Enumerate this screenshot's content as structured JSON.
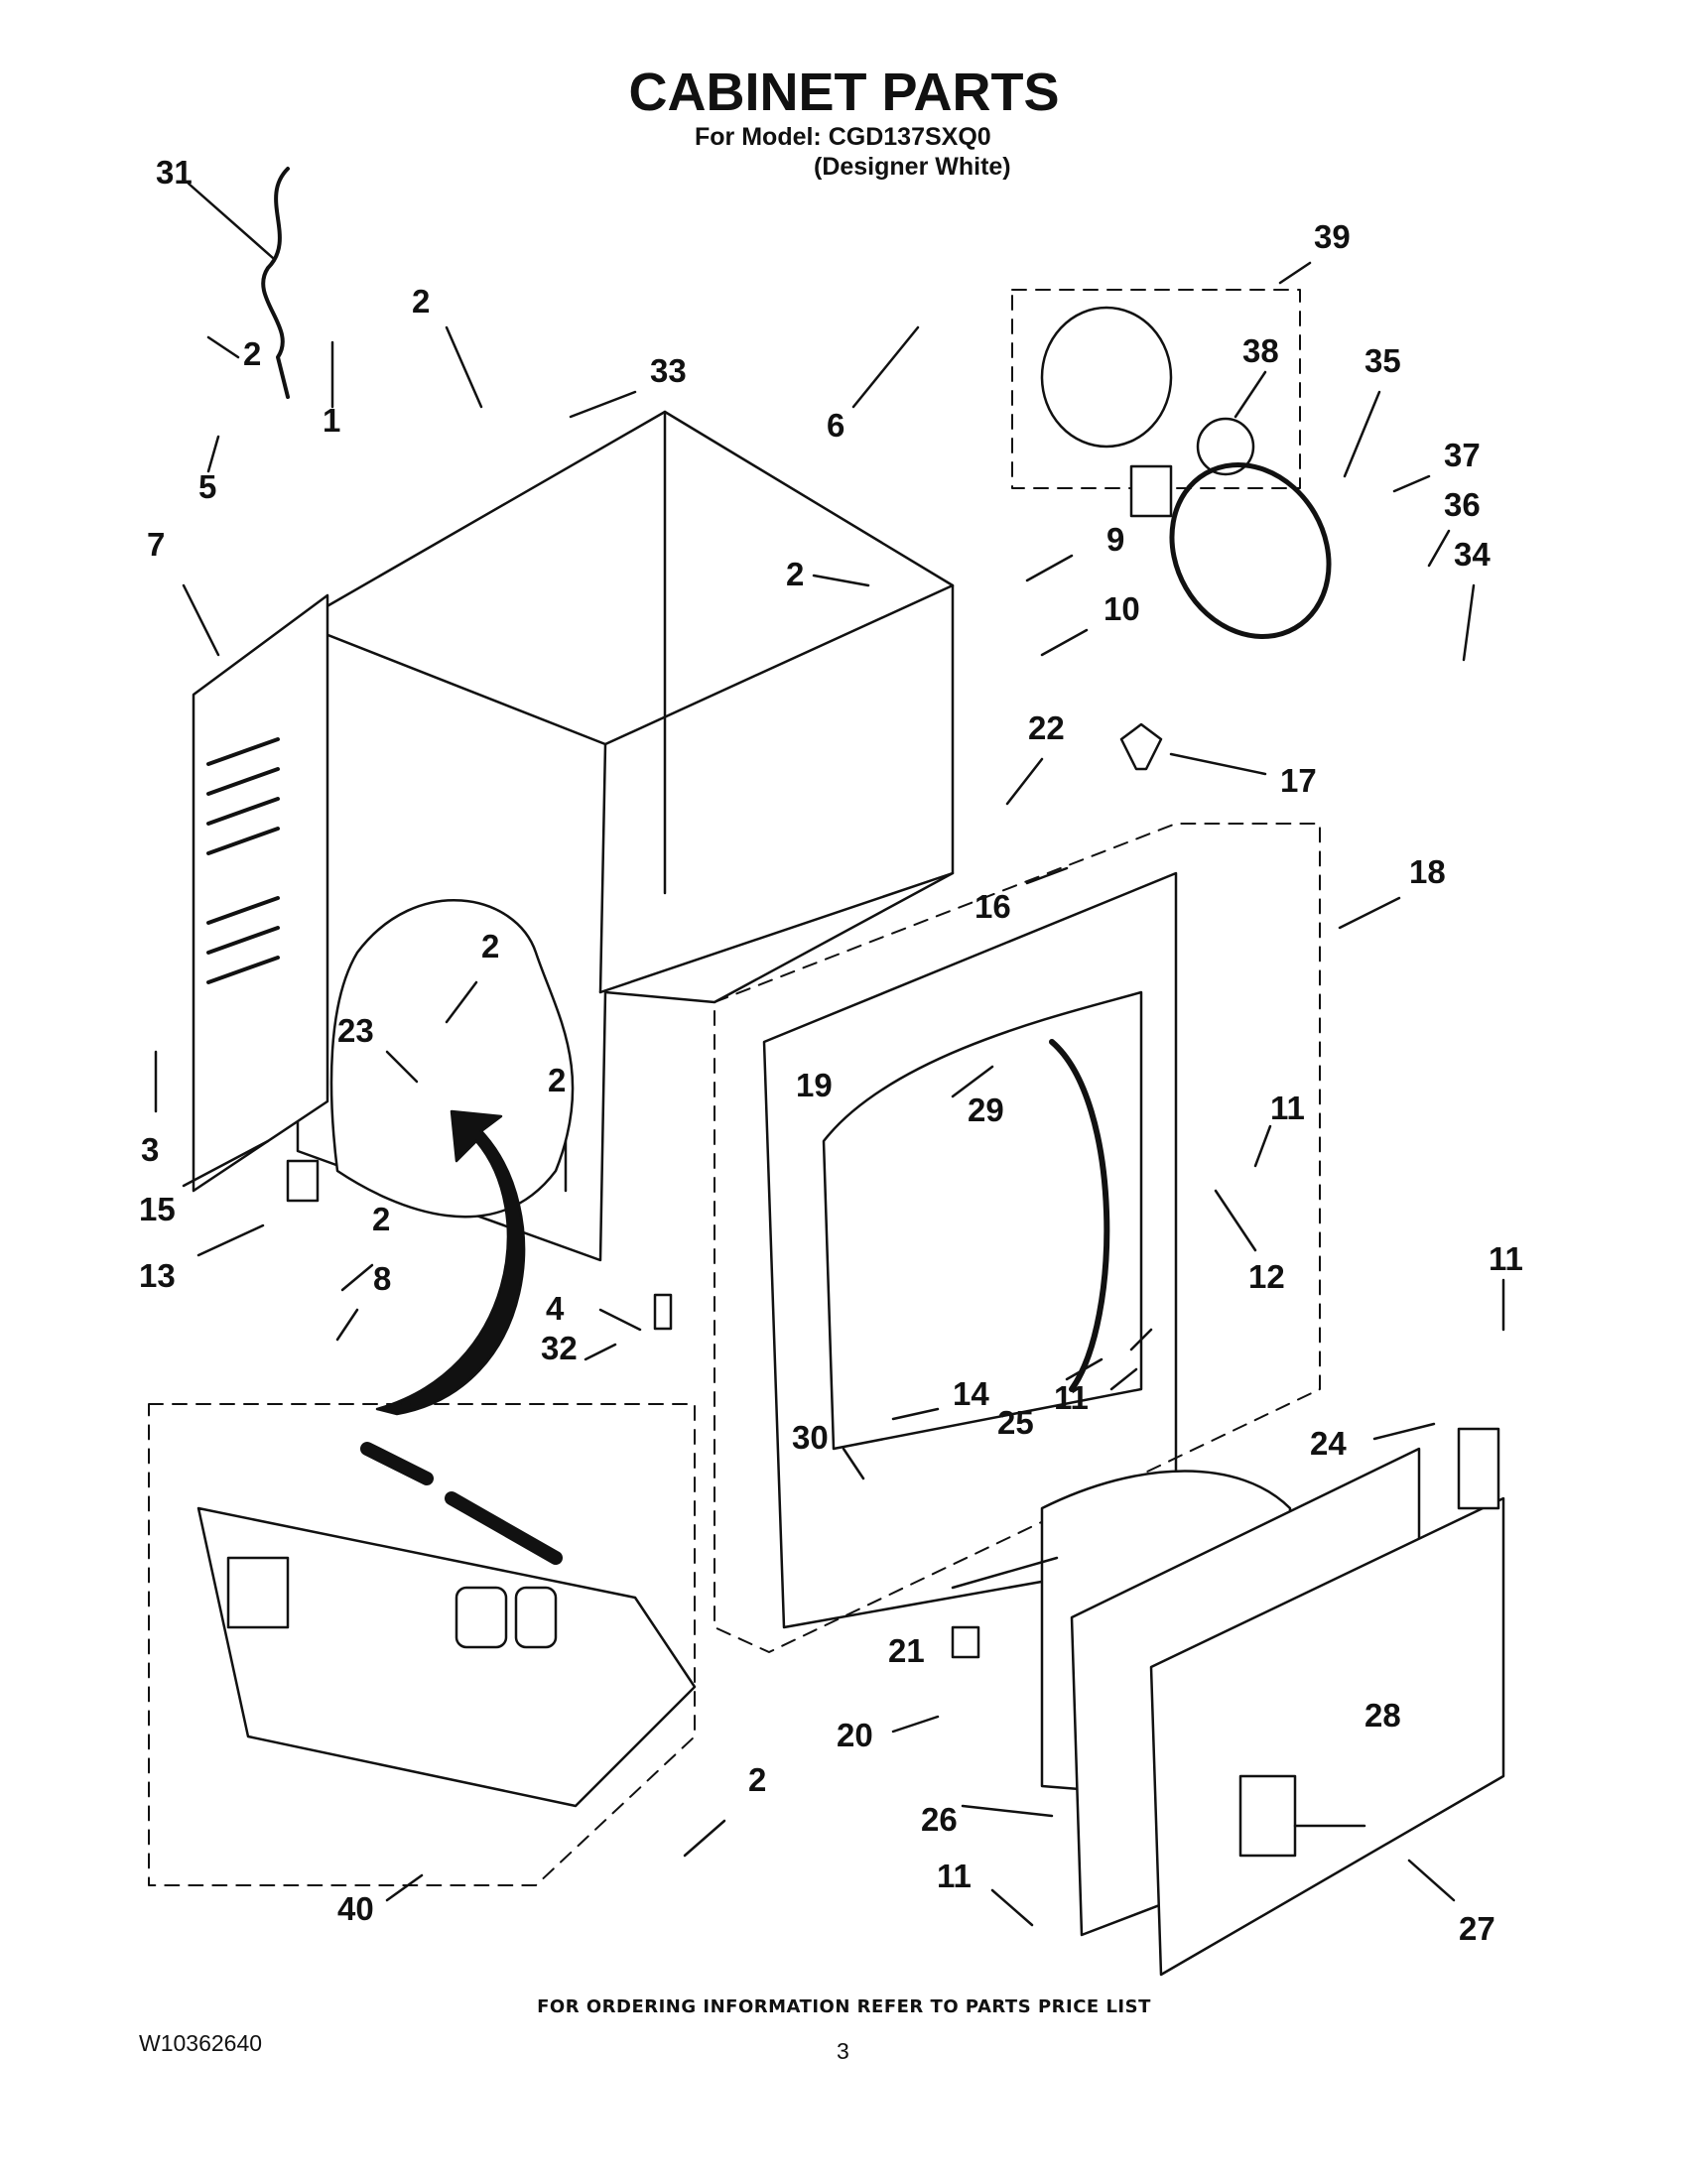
{
  "header": {
    "title": "CABINET PARTS",
    "model_line": "For Model: CGD137SXQ0",
    "color_line": "(Designer White)"
  },
  "callouts": [
    "31",
    "2",
    "1",
    "5",
    "7",
    "2",
    "33",
    "6",
    "39",
    "38",
    "35",
    "37",
    "36",
    "34",
    "9",
    "2",
    "10",
    "22",
    "17",
    "18",
    "16",
    "11",
    "12",
    "2",
    "23",
    "3",
    "15",
    "2",
    "19",
    "29",
    "13",
    "2",
    "8",
    "4",
    "32",
    "14",
    "11",
    "25",
    "30",
    "11",
    "24",
    "21",
    "20",
    "28",
    "26",
    "2",
    "11",
    "27",
    "40"
  ],
  "footer": {
    "ordering_note": "FOR ORDERING INFORMATION REFER TO PARTS PRICE LIST",
    "doc_number": "W10362640",
    "page_number": "3"
  }
}
